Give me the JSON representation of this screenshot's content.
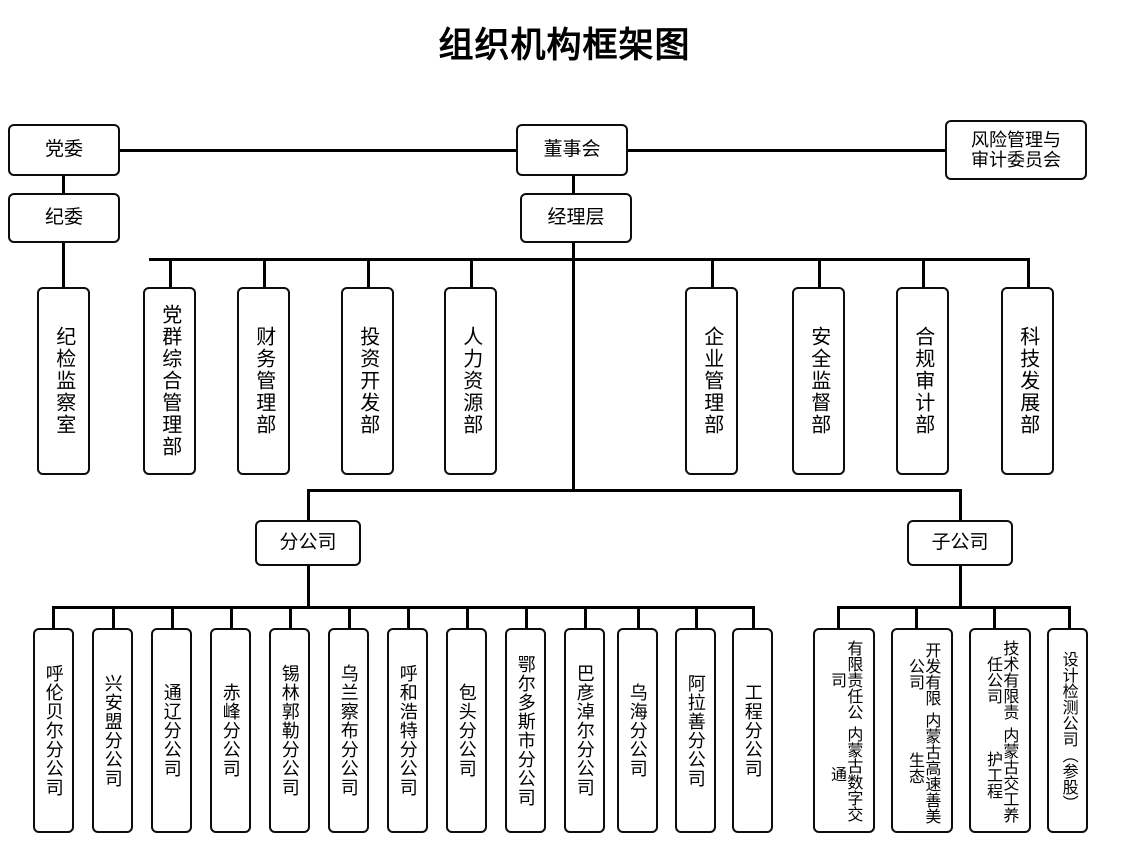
{
  "title": "组织机构框架图",
  "chart_data": {
    "type": "diagram",
    "diagram_type": "organization-chart",
    "title": "组织机构框架图",
    "orientation": "top-down",
    "box_style": "rounded-rectangle",
    "line_color": "#000000",
    "box_fill": "#ffffff",
    "levels": [
      {
        "level": 1,
        "nodes": [
          "党委",
          "董事会",
          "风险管理与\n审计委员会"
        ]
      },
      {
        "level": 2,
        "nodes": [
          "纪委",
          "经理层"
        ]
      },
      {
        "level": 3,
        "nodes": [
          "纪检监察室",
          "党群综合管理部",
          "财务管理部",
          "投资开发部",
          "人力资源部",
          "企业管理部",
          "安全监督部",
          "合规审计部",
          "科技发展部"
        ]
      },
      {
        "level": 4,
        "nodes": [
          "分公司",
          "子公司"
        ]
      },
      {
        "level": 5,
        "nodes": [
          "呼伦贝尔分公司",
          "兴安盟分公司",
          "通辽分公司",
          "赤峰分公司",
          "锡林郭勒分公司",
          "乌兰察布分公司",
          "呼和浩特分公司",
          "包头分公司",
          "鄂尔多斯市分公司",
          "巴彦淖尔分公司",
          "乌海分公司",
          "阿拉善分公司",
          "工程分公司",
          "内蒙古数字交通有限责任公司",
          "内蒙古高速善美生态开发有限公司",
          "内蒙古交工养护工程技术有限责任公司",
          "设计检测公司（参股）"
        ]
      }
    ]
  },
  "top": {
    "party_committee": "党委",
    "board": "董事会",
    "risk_committee_line1": "风险管理与",
    "risk_committee_line2": "审计委员会",
    "discipline_committee": "纪委",
    "management": "经理层"
  },
  "departments": [
    {
      "id": "discipline-inspection-office",
      "label": "纪检监察室"
    },
    {
      "id": "party-mass-general-management",
      "label": "党群综合管理部"
    },
    {
      "id": "financial-management",
      "label": "财务管理部"
    },
    {
      "id": "investment-development",
      "label": "投资开发部"
    },
    {
      "id": "human-resources",
      "label": "人力资源部"
    },
    {
      "id": "enterprise-management",
      "label": "企业管理部"
    },
    {
      "id": "safety-supervision",
      "label": "安全监督部"
    },
    {
      "id": "compliance-audit",
      "label": "合规审计部"
    },
    {
      "id": "science-technology-development",
      "label": "科技发展部"
    }
  ],
  "groups": {
    "branches": "分公司",
    "subsidiaries": "子公司"
  },
  "branches": [
    {
      "id": "hulunbuir",
      "label": "呼伦贝尔分公司"
    },
    {
      "id": "xinganmeng",
      "label": "兴安盟分公司"
    },
    {
      "id": "tongliao",
      "label": "通辽分公司"
    },
    {
      "id": "chifeng",
      "label": "赤峰分公司"
    },
    {
      "id": "xilinguole",
      "label": "锡林郭勒分公司"
    },
    {
      "id": "wulanchabu",
      "label": "乌兰察布分公司"
    },
    {
      "id": "hohhot",
      "label": "呼和浩特分公司"
    },
    {
      "id": "baotou",
      "label": "包头分公司"
    },
    {
      "id": "ordos",
      "label": "鄂尔多斯市分公司"
    },
    {
      "id": "bayannur",
      "label": "巴彦淖尔分公司"
    },
    {
      "id": "wuhai",
      "label": "乌海分公司"
    },
    {
      "id": "alashan",
      "label": "阿拉善分公司"
    },
    {
      "id": "engineering",
      "label": "工程分公司"
    }
  ],
  "subsidiaries": [
    {
      "id": "digital-transport",
      "col_left": "内蒙古数字交通",
      "col_right": "有限责任公司"
    },
    {
      "id": "shanmei-ecology",
      "col_left": "内蒙古高速善美生态",
      "col_right": "开发有限公司"
    },
    {
      "id": "maintenance-engineering",
      "col_left": "内蒙古交工养护工程",
      "col_right": "技术有限责任公司"
    },
    {
      "id": "design-inspection",
      "col_left": "设计检测公司（参股）",
      "col_right": ""
    }
  ]
}
